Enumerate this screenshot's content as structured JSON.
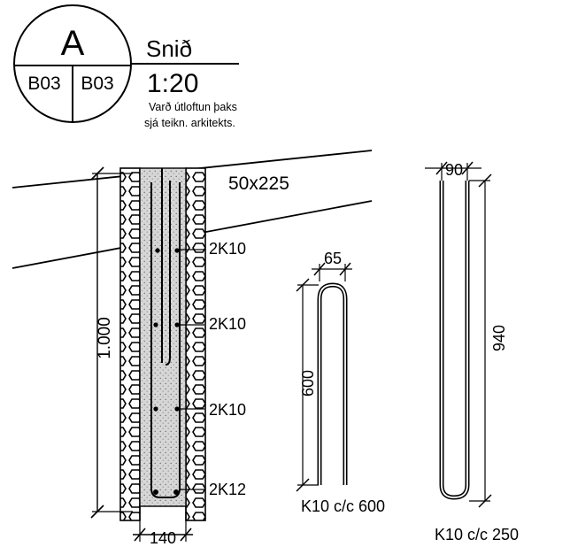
{
  "title_block": {
    "detail_letter": "A",
    "ref_left": "B03",
    "ref_right": "B03",
    "title": "Snið",
    "scale": "1:20",
    "note_line1": "Varð útloftun þaks",
    "note_line2": "sjá teikn. arkitekts."
  },
  "section": {
    "beam_label": "50x225",
    "height_dim": "1.000",
    "width_dim": "140",
    "bar_labels": [
      "2K10",
      "2K10",
      "2K10",
      "2K12"
    ]
  },
  "stirrup_small": {
    "width_dim": "65",
    "height_dim": "600",
    "spec": "K10 c/c 600"
  },
  "stirrup_large": {
    "width_dim": "90",
    "height_dim": "940",
    "spec": "K10 c/c 250"
  }
}
